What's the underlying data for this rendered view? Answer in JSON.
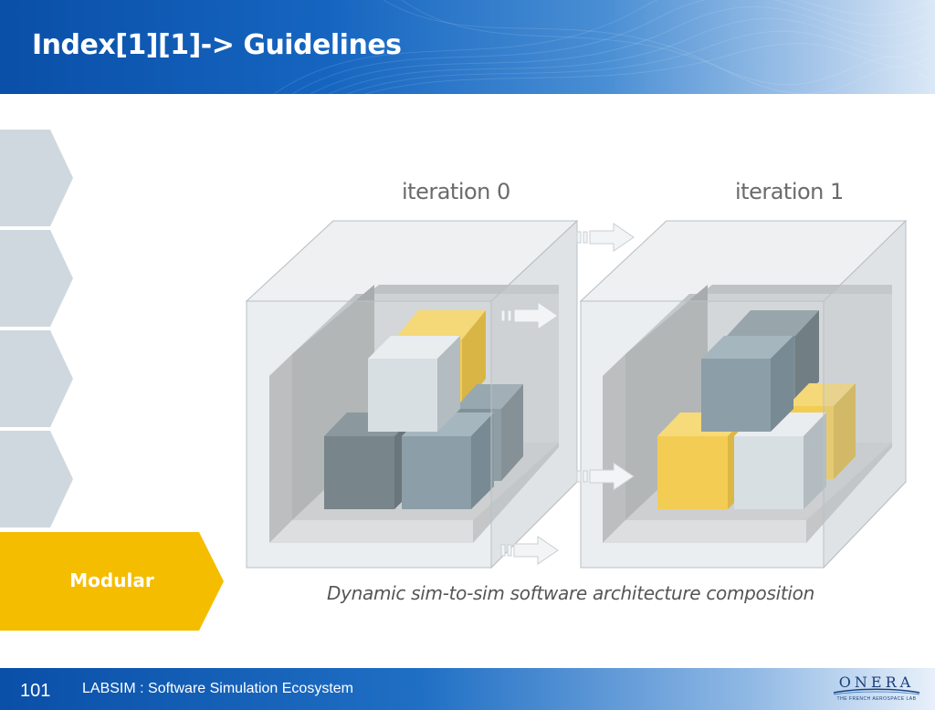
{
  "header": {
    "title": "Index[1][1]-> Guidelines"
  },
  "steps": [
    {
      "label": "",
      "active": false
    },
    {
      "label": "",
      "active": false
    },
    {
      "label": "",
      "active": false
    },
    {
      "label": "",
      "active": false
    },
    {
      "label": "Modular",
      "active": true
    }
  ],
  "diagram": {
    "iteration_0_label": "iteration 0",
    "iteration_1_label": "iteration 1",
    "caption": "Dynamic sim-to-sim software architecture composition"
  },
  "colors": {
    "header_blue": "#0a4fa8",
    "step_inactive": "#cfd8de",
    "step_active": "#f5bd00",
    "cube_yellow": "#f2c53d",
    "cube_light": "#d3dbe0",
    "cube_slate": "#7d929d",
    "cube_dark": "#66757c"
  },
  "footer": {
    "page_number": "101",
    "text": "LABSIM : Software Simulation Ecosystem",
    "logo_name": "ONERA",
    "logo_tagline": "THE FRENCH AEROSPACE LAB"
  }
}
